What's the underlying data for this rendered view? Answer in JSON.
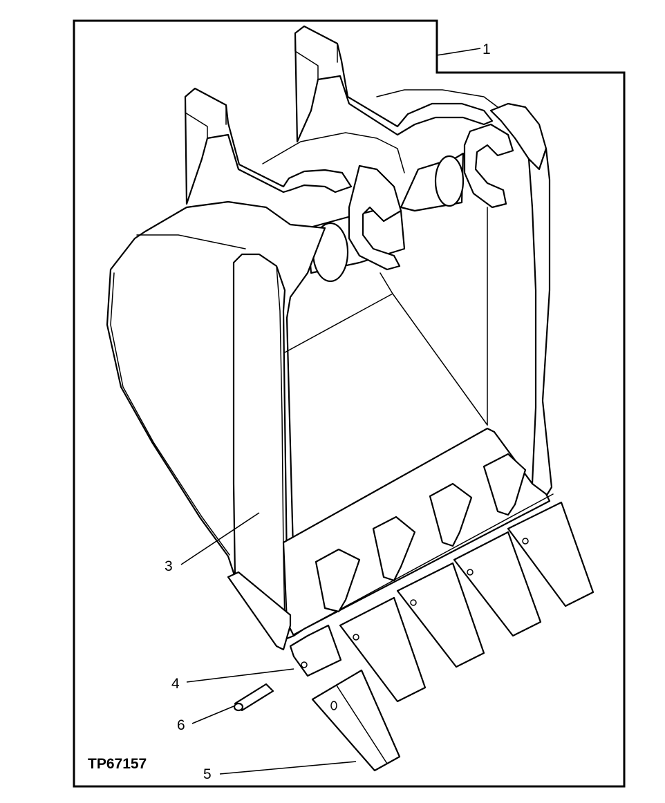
{
  "figure_ref": "TP67157",
  "callouts": [
    {
      "id": "callout-1",
      "label": "1"
    },
    {
      "id": "callout-3",
      "label": "3"
    },
    {
      "id": "callout-4",
      "label": "4"
    },
    {
      "id": "callout-5",
      "label": "5"
    },
    {
      "id": "callout-6",
      "label": "6"
    }
  ]
}
